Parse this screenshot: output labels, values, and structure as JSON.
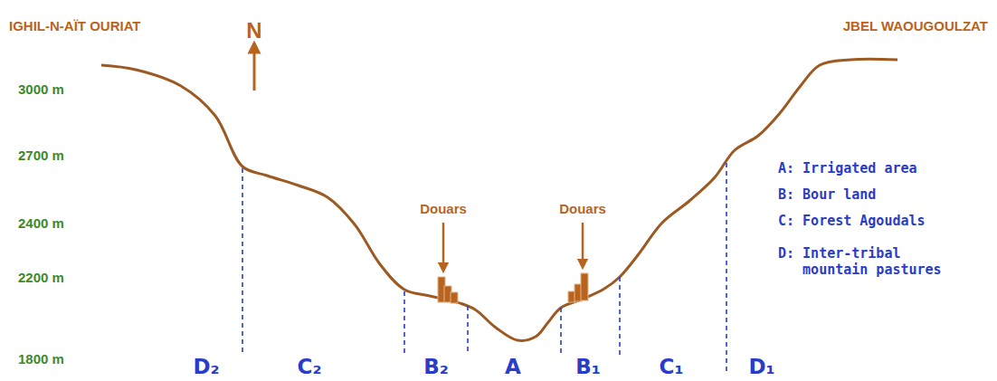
{
  "diagram": {
    "labels": [
      "IGHIL-N-AÏT OURIAT",
      "N",
      "JBEL WAOUGOULZAT",
      "3000 m",
      "2700 m",
      "2400 m",
      "2200 m",
      "1800 m",
      "Douars",
      "Douars",
      "A: Irrigated area",
      "B: Bour land",
      "C: Forest Agoudals",
      "D: Inter-tribal mountain pastures",
      "D₂",
      "C₂",
      "B₂",
      "A",
      "B₁",
      "C₁",
      "D₁"
    ]
  }
}
